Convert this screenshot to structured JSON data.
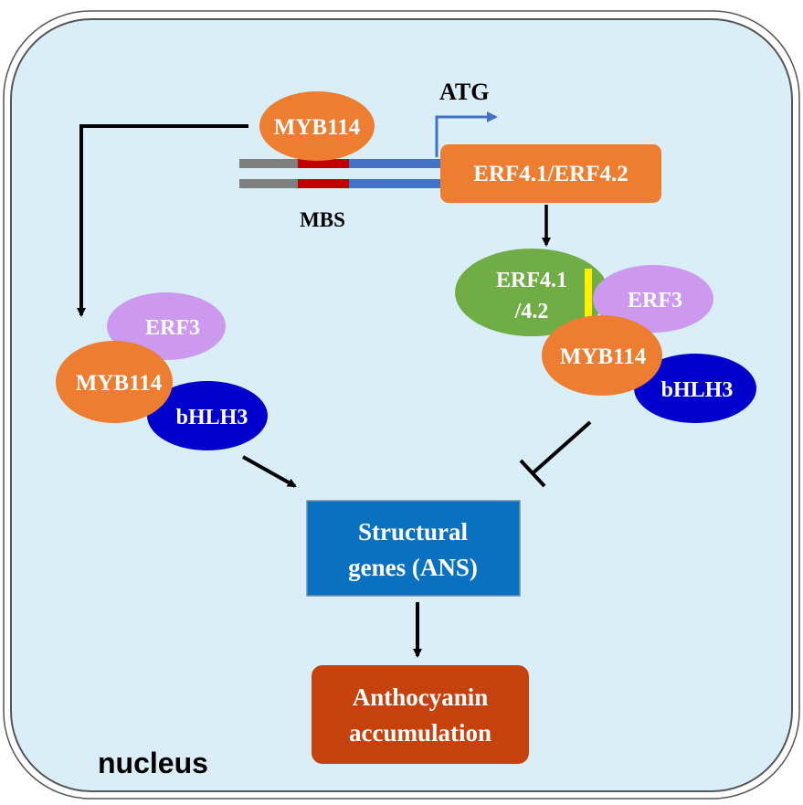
{
  "compartment_label": "nucleus",
  "promoter": {
    "activator_label": "MYB114",
    "element_label": "MBS",
    "start_codon_label": "ATG",
    "gene_label": "ERF4.1/ERF4.2"
  },
  "left_complex": {
    "top_label": "ERF3",
    "middle_label": "MYB114",
    "bottom_label": "bHLH3"
  },
  "right_complex": {
    "erf_label_line1": "ERF4.1",
    "erf_label_line2": "/4.2",
    "top_label": "ERF3",
    "middle_label": "MYB114",
    "bottom_label": "bHLH3"
  },
  "structural_genes": {
    "line1": "Structural",
    "line2": "genes (ANS)"
  },
  "output": {
    "line1": "Anthocyanin",
    "line2": "accumulation"
  },
  "colors": {
    "nucleus_fill": "#daeef8",
    "orange": "#ed7d31",
    "purple": "#cc99ee",
    "dark_blue": "#0000cc",
    "green": "#70ad47",
    "blue_box": "#0a70c0",
    "red_box": "#c5410e",
    "mbs_red": "#c00000",
    "dna_blue": "#4472c4",
    "dna_gray": "#7f7f7f",
    "yellow_bar": "#ffee00"
  }
}
